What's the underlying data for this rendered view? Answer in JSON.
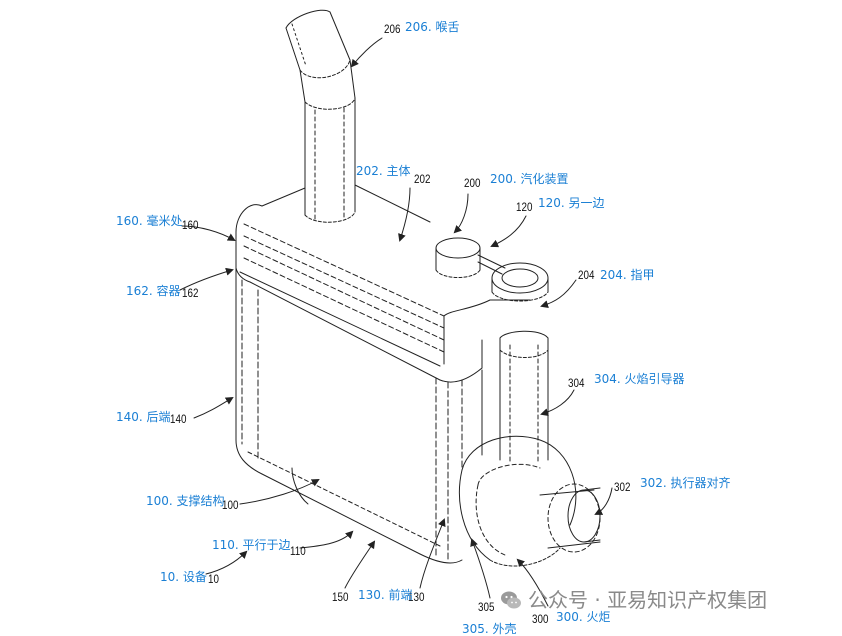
{
  "captions": {
    "c206": "206. 喉舌",
    "c202": "202. 主体",
    "c200": "200. 汽化装置",
    "c120": "120. 另一边",
    "c160": "160. 毫米处",
    "c162": "162. 容器",
    "c204": "204. 指甲",
    "c304": "304. 火焰引导器",
    "c140": "140. 后端",
    "c302": "302. 执行器对齐",
    "c100": "100. 支撑结构",
    "c110": "110. 平行于边",
    "c10": "10. 设备",
    "c130": "130. 前端",
    "c305": "305. 外壳",
    "c300": "300. 火炬"
  },
  "numbers": {
    "n206": "206",
    "n202": "202",
    "n200": "200",
    "n120": "120",
    "n160": "160",
    "n162": "162",
    "n204": "204",
    "n304": "304",
    "n140": "140",
    "n302": "302",
    "n100": "100",
    "n110": "110",
    "n10": "10",
    "n150": "150",
    "n130": "130",
    "n305": "305",
    "n300": "300"
  },
  "watermark": {
    "text": "公众号 · 亚易知识产权集团",
    "icon": "wechat-icon"
  },
  "colors": {
    "caption": "#1a7fd4",
    "line": "#222222",
    "watermark": "#8a8a8a"
  }
}
